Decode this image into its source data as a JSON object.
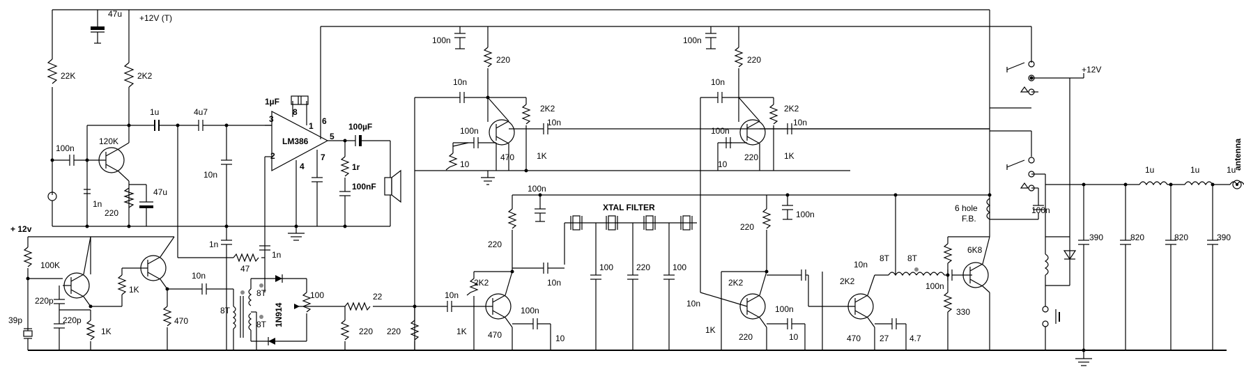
{
  "supply": {
    "plus12t": "+12V (T)",
    "plus12": "+12V",
    "plus12v_left": "+ 12v"
  },
  "mic_amp": {
    "c_bypass": "47u",
    "r_bias": "22K",
    "r_collector": "2K2",
    "r_feedback": "120K",
    "c_in": "100n",
    "c_base": "1n",
    "r_emitter": "220",
    "c_emitter": "47u"
  },
  "coupling": {
    "c1": "1u",
    "c2": "4u7",
    "c_shunt": "10n"
  },
  "lm386": {
    "name": "LM386",
    "gain_cap": "1µF",
    "pins": [
      "3",
      "2",
      "8",
      "1",
      "6",
      "4",
      "7",
      "5"
    ],
    "c_out": "100µF",
    "r_zobel": "1r",
    "c_zobel": "100nF"
  },
  "mixer_net": {
    "c_a": "1n",
    "c_b": "1n",
    "r_a": "47"
  },
  "oscillator": {
    "r_top": "100K",
    "r_mid": "1K",
    "r_bottom": "1K",
    "c1": "220p",
    "c2": "220p",
    "xtal_c": "39p",
    "r_emit": "470",
    "c_couple": "10n"
  },
  "balanced_mixer": {
    "turns_primary": "8T",
    "turns_sec1": "8T",
    "turns_sec2": "8T",
    "diode": "1N914",
    "pot": "100"
  },
  "atten": {
    "r_series": "22",
    "r_shunt1": "220",
    "r_shunt2": "220"
  },
  "rf_stage1": {
    "c_bypass": "100n",
    "r_col": "220",
    "c_in": "10n",
    "r_bias": "2K2",
    "c_out": "10n",
    "c_emit": "100n",
    "r_emit_a": "10",
    "r_emit_b": "470",
    "r_base": "1K"
  },
  "rf_stage2": {
    "c_bypass": "100n",
    "r_col": "220",
    "c_in": "10n",
    "r_bias": "2K2",
    "c_out": "10n",
    "c_emit": "100n",
    "r_emit_a": "10",
    "r_emit_b": "220",
    "r_base": "1K"
  },
  "xtal_filter": {
    "title": "XTAL FILTER",
    "caps": [
      "100",
      "220",
      "100"
    ],
    "c_bypass": "100n"
  },
  "lower_amp1": {
    "r_col": "220",
    "c_out": "10n",
    "c_in": "10n",
    "r_bias": "2K2",
    "r_base": "1K",
    "r_emit": "470",
    "c_emit": "100n",
    "r_emit2": "10"
  },
  "lower_amp2": {
    "c_bypass": "100n",
    "r_col": "220",
    "c_in": "10n",
    "r_bias": "2K2",
    "r_base": "1K",
    "r_emit": "220",
    "c_emit": "100n",
    "r_emit2": "10"
  },
  "driver": {
    "r_bias": "2K2",
    "c_couple": "10n",
    "r_emit": "470",
    "r_emit2": "27",
    "r_emit3": "4.7",
    "t1": "8T",
    "t2": "8T",
    "c_out": "100n"
  },
  "pa": {
    "choke": "6 hole\nF.B.",
    "choke_l1": "6 hole",
    "choke_l2": "F.B.",
    "r_bias": "6K8",
    "r_emit": "330",
    "c_couple": "100n"
  },
  "lpf": {
    "l1": "1u",
    "l2": "1u",
    "l3": "1u",
    "c1": "390",
    "c2": "820",
    "c3": "820",
    "c4": "390",
    "antenna": "antenna"
  }
}
